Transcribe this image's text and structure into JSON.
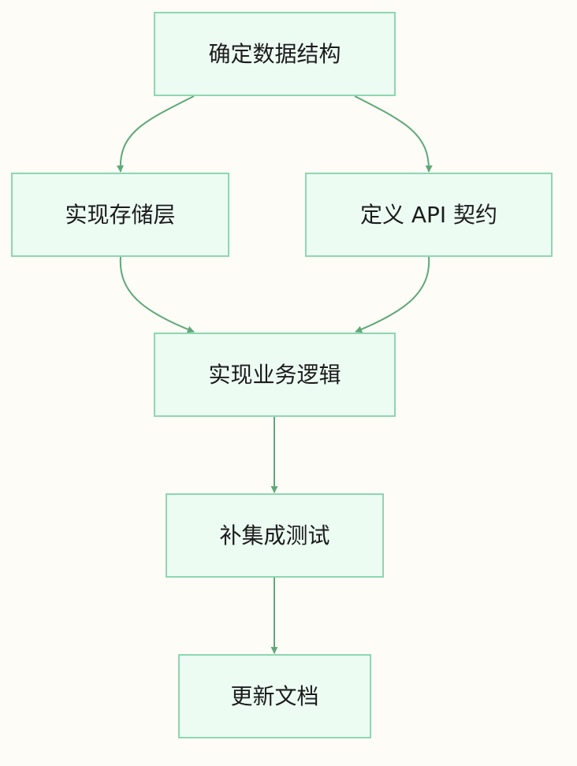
{
  "colors": {
    "background": "#fdfcf6",
    "node_fill": "#ecfcf3",
    "node_border": "#8dd7b0",
    "edge": "#5fa879",
    "text": "#1c1c1c"
  },
  "nodes": [
    {
      "id": "n1",
      "label": "确定数据结构"
    },
    {
      "id": "n2",
      "label": "实现存储层"
    },
    {
      "id": "n3",
      "label": "定义 API 契约"
    },
    {
      "id": "n4",
      "label": "实现业务逻辑"
    },
    {
      "id": "n5",
      "label": "补集成测试"
    },
    {
      "id": "n6",
      "label": "更新文档"
    }
  ],
  "edges": [
    {
      "from": "n1",
      "to": "n2"
    },
    {
      "from": "n1",
      "to": "n3"
    },
    {
      "from": "n2",
      "to": "n4"
    },
    {
      "from": "n3",
      "to": "n4"
    },
    {
      "from": "n4",
      "to": "n5"
    },
    {
      "from": "n5",
      "to": "n6"
    }
  ]
}
